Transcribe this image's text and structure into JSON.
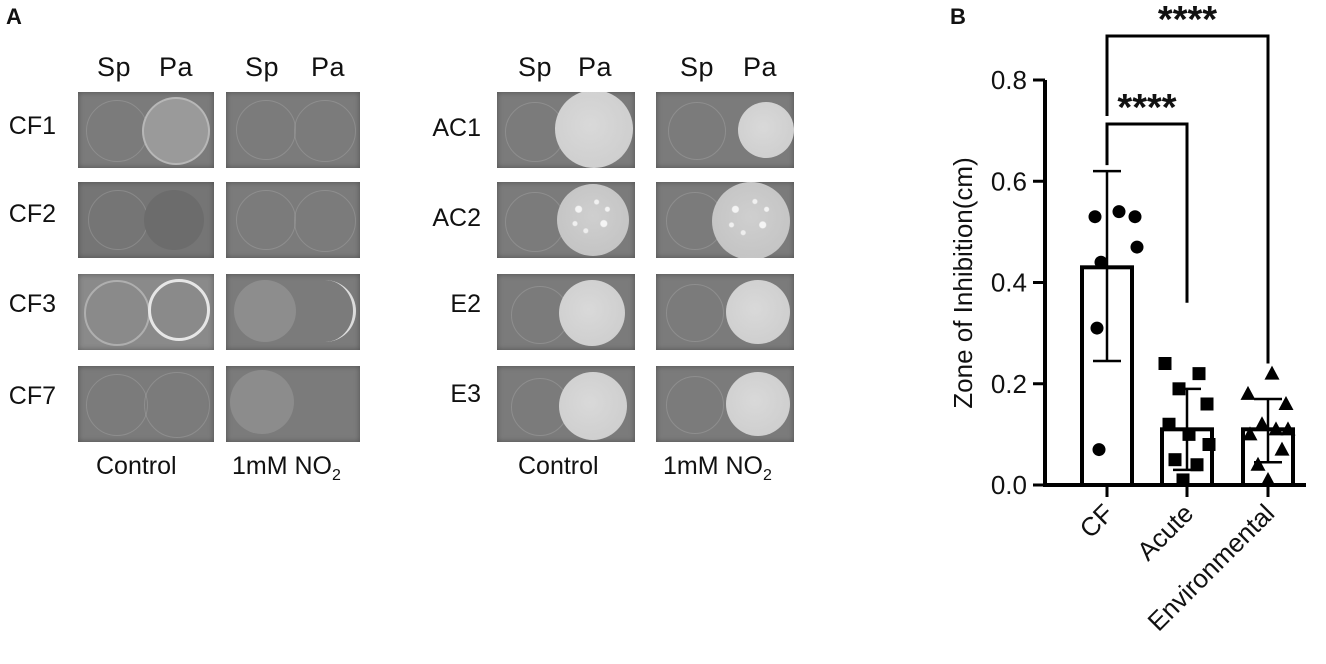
{
  "panel_a": {
    "letter": "A",
    "column_header_sp": "Sp",
    "column_header_pa": "Pa",
    "left_rows": [
      "CF1",
      "CF2",
      "CF3",
      "CF7"
    ],
    "right_rows": [
      "AC1",
      "AC2",
      "E2",
      "E3"
    ],
    "condition_control": "Control",
    "condition_no2_prefix": "1mM NO",
    "condition_no2_subscript": "2"
  },
  "panel_b": {
    "letter": "B"
  },
  "chart_data": {
    "type": "bar",
    "ylabel": "Zone of Inhibition(cm)",
    "categories": [
      "CF",
      "Acute",
      "Environmental"
    ],
    "values": [
      0.43,
      0.11,
      0.11
    ],
    "error_sd": [
      {
        "low": 0.245,
        "high": 0.62
      },
      {
        "low": 0.03,
        "high": 0.19
      },
      {
        "low": 0.045,
        "high": 0.17
      }
    ],
    "points": [
      [
        0.53,
        0.54,
        0.53,
        0.47,
        0.44,
        0.31,
        0.07
      ],
      [
        0.24,
        0.22,
        0.19,
        0.16,
        0.12,
        0.1,
        0.08,
        0.05,
        0.04,
        0.01
      ],
      [
        0.22,
        0.18,
        0.16,
        0.12,
        0.11,
        0.11,
        0.1,
        0.07,
        0.04,
        0.01
      ]
    ],
    "markers": [
      "circle",
      "square",
      "triangle"
    ],
    "ylim": [
      0.0,
      0.8
    ],
    "yticks": [
      "0.0",
      "0.2",
      "0.4",
      "0.6",
      "0.8"
    ],
    "yticks_values": [
      0.0,
      0.2,
      0.4,
      0.6,
      0.8
    ],
    "significance": [
      {
        "from": "CF",
        "to": "Acute",
        "label": "****"
      },
      {
        "from": "CF",
        "to": "Environmental",
        "label": "****"
      }
    ],
    "grid": false
  }
}
